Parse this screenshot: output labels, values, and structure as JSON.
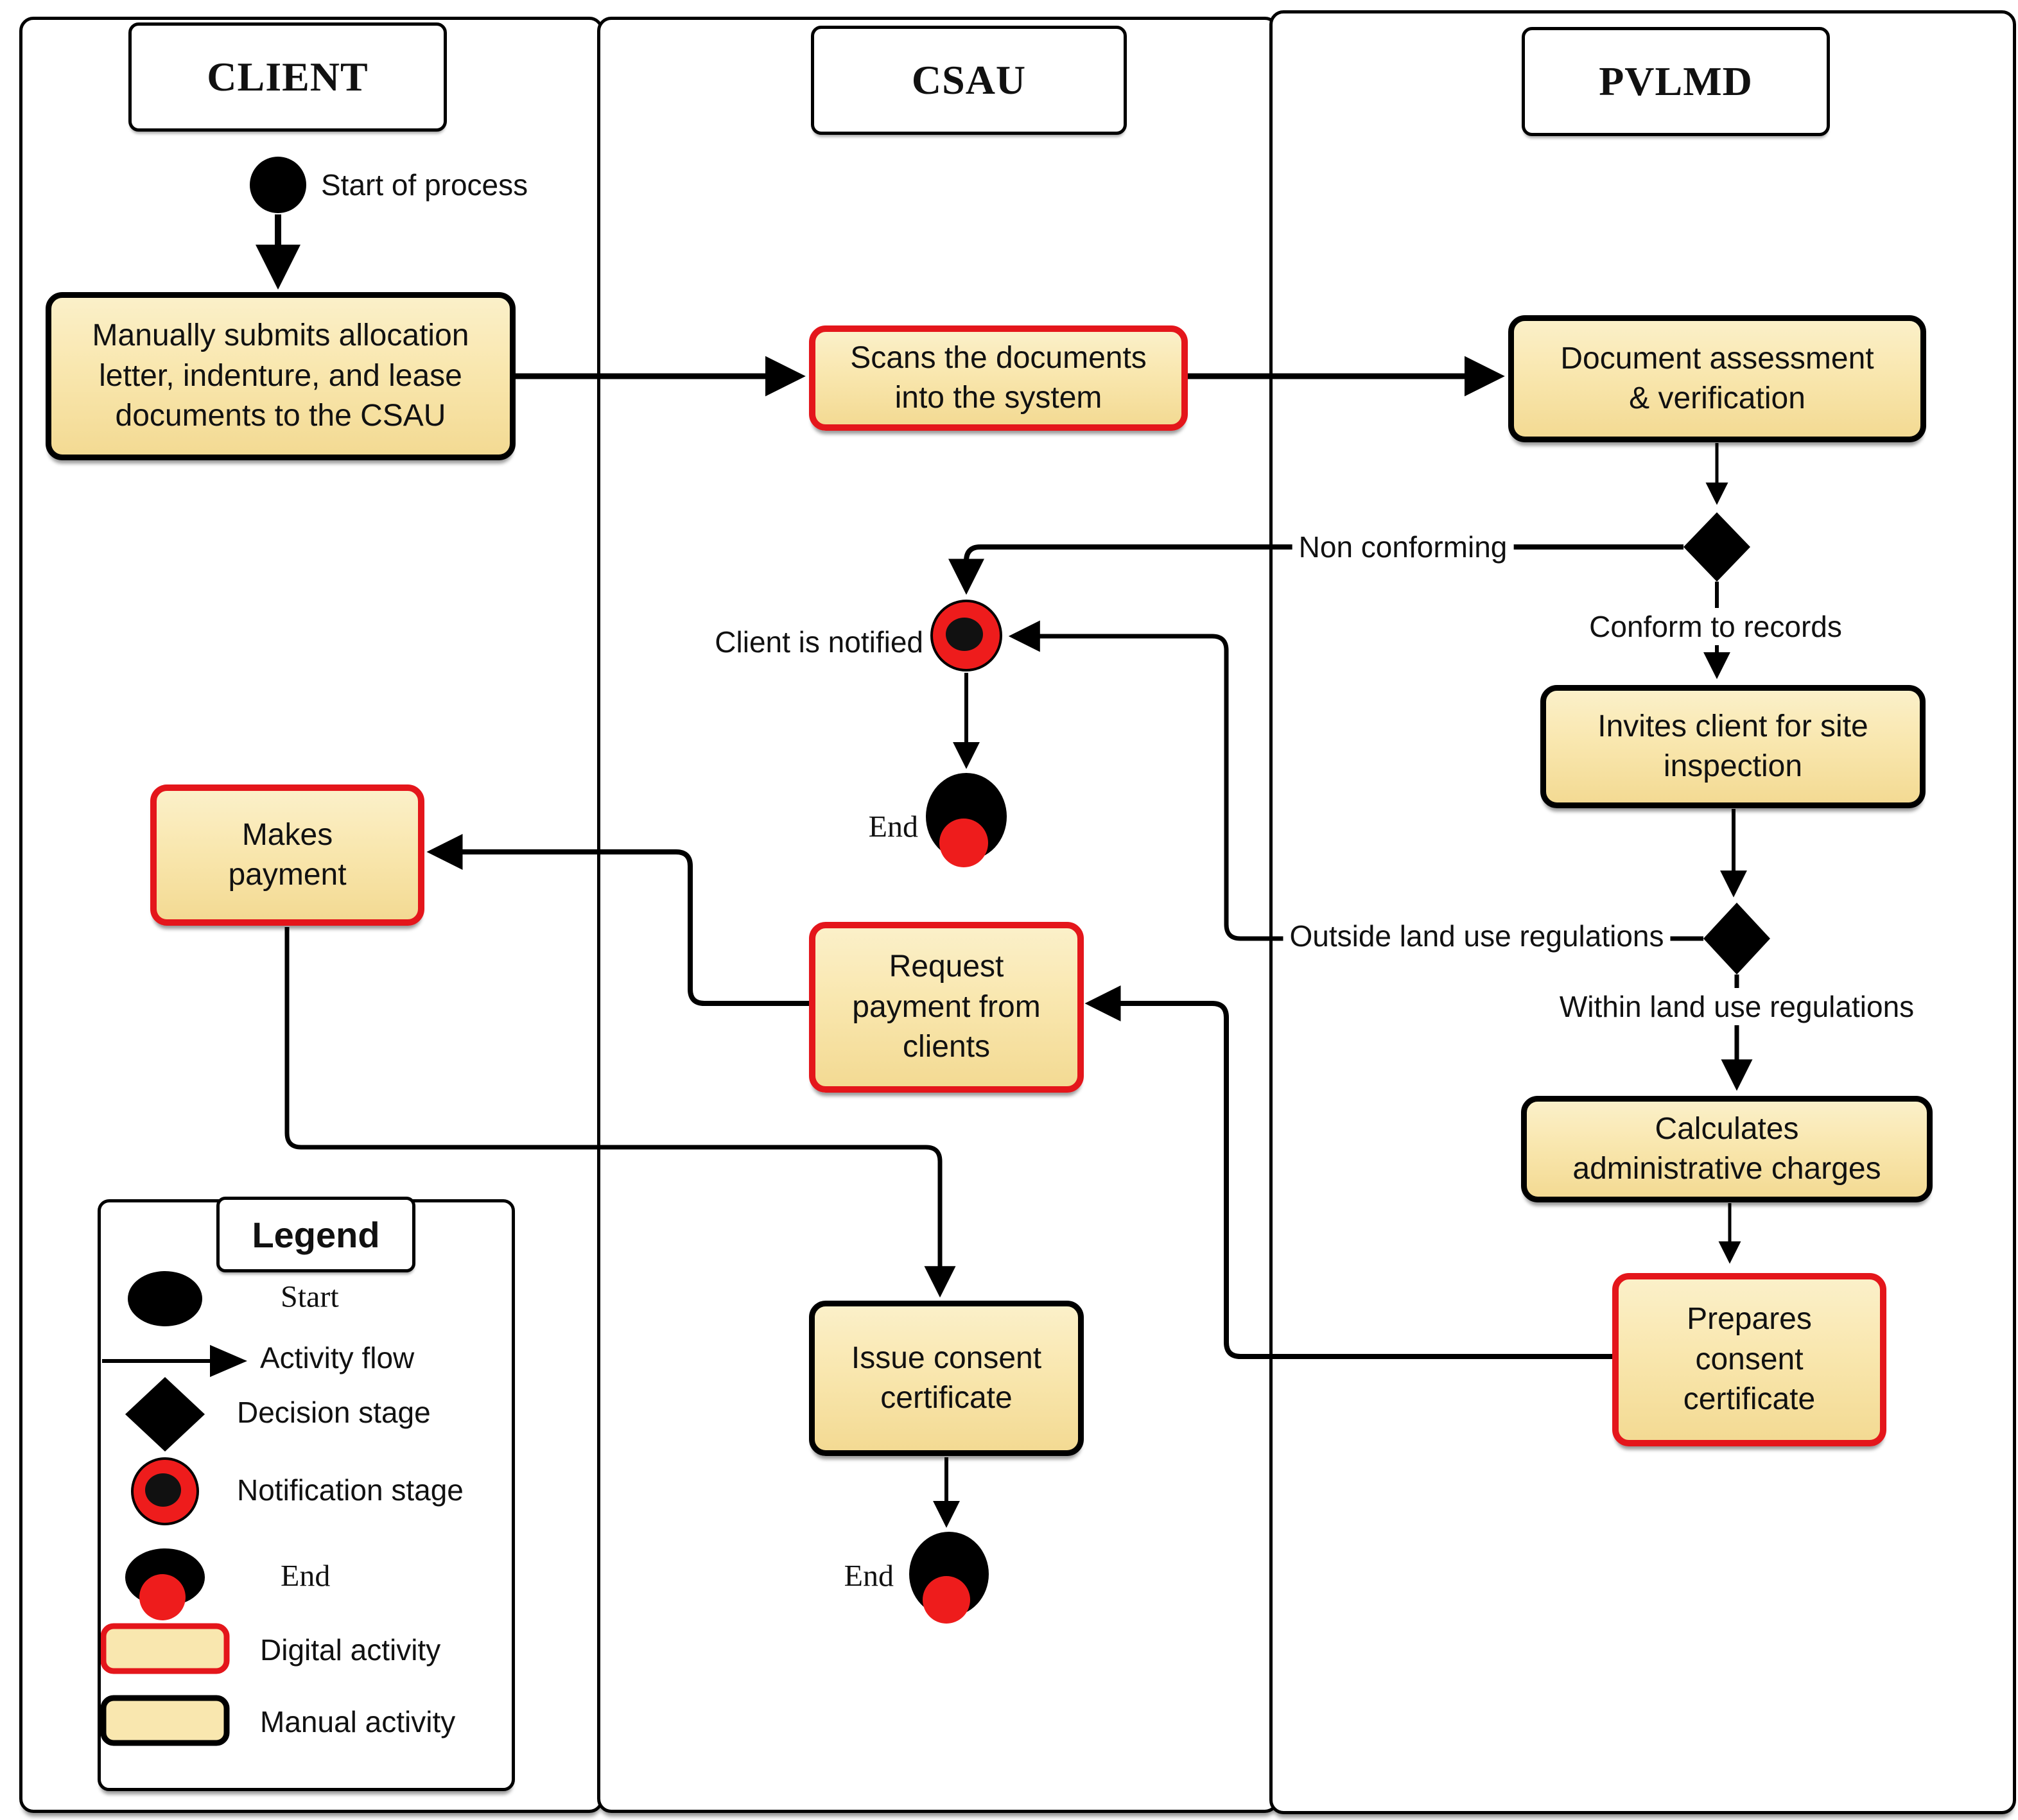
{
  "lanes": [
    {
      "id": "client",
      "label": "CLIENT"
    },
    {
      "id": "csau",
      "label": "CSAU"
    },
    {
      "id": "pvlmd",
      "label": "PVLMD"
    }
  ],
  "activities": {
    "manually_submits": {
      "label": "Manually submits allocation letter, indenture, and lease documents to the CSAU",
      "type": "manual",
      "lane": "CLIENT"
    },
    "scans_documents": {
      "label": "Scans the documents into the system",
      "type": "digital",
      "lane": "CSAU"
    },
    "document_assessment": {
      "label": "Document assessment & verification",
      "type": "manual",
      "lane": "PVLMD"
    },
    "invites_client": {
      "label": "Invites client for site inspection",
      "type": "manual",
      "lane": "PVLMD"
    },
    "makes_payment": {
      "label": "Makes payment",
      "type": "digital",
      "lane": "CLIENT"
    },
    "request_payment": {
      "label": "Request payment from clients",
      "type": "digital",
      "lane": "CSAU"
    },
    "calculates_charges": {
      "label": "Calculates administrative charges",
      "type": "manual",
      "lane": "PVLMD"
    },
    "prepares_certificate": {
      "label": "Prepares consent certificate",
      "type": "digital",
      "lane": "PVLMD"
    },
    "issue_certificate": {
      "label": "Issue consent certificate",
      "type": "manual",
      "lane": "CSAU"
    }
  },
  "events": {
    "start_label": "Start of process",
    "client_notified_label": "Client is notified",
    "end_label_1": "End",
    "end_label_2": "End"
  },
  "decision_labels": {
    "non_conforming": "Non conforming",
    "conform_to_records": "Conform to records",
    "outside_land_use": "Outside land use regulations",
    "within_land_use": "Within land use regulations"
  },
  "legend": {
    "title": "Legend",
    "items": [
      {
        "icon": "start-ellipse",
        "label": "Start"
      },
      {
        "icon": "activity-flow-arrow",
        "label": "Activity flow"
      },
      {
        "icon": "decision-diamond",
        "label": "Decision stage"
      },
      {
        "icon": "notification-circle",
        "label": "Notification stage"
      },
      {
        "icon": "end-circle",
        "label": "End"
      },
      {
        "icon": "digital-activity-box",
        "label": "Digital activity"
      },
      {
        "icon": "manual-activity-box",
        "label": "Manual activity"
      }
    ]
  },
  "colors": {
    "activity_fill": "#f9e7af",
    "digital_border_red": "#e4161b",
    "notification_red": "#ee1c1c",
    "line_black": "#000000",
    "background": "#ffffff"
  }
}
